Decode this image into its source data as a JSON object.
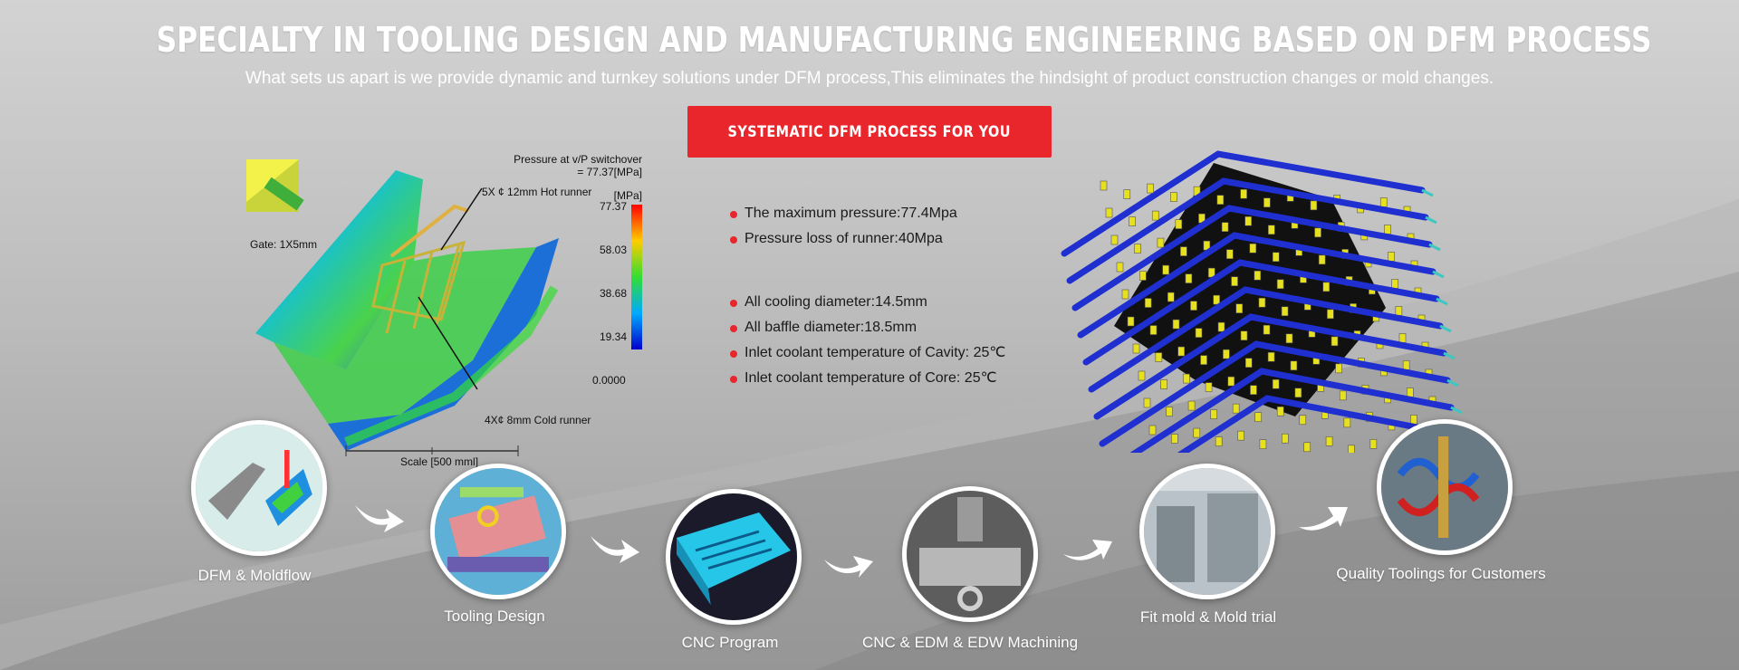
{
  "header": {
    "title": "SPECIALTY IN TOOLING DESIGN AND MANUFACTURING ENGINEERING BASED ON DFM PROCESS",
    "subtitle": "What sets us apart is we provide dynamic and turnkey solutions under DFM process,This eliminates the hindsight of product construction changes or mold changes."
  },
  "cta": {
    "label": "SYSTEMATIC DFM PROCESS FOR YOU"
  },
  "simulation": {
    "pressure_title_1": "Pressure at v/P switchover",
    "pressure_title_2": "= 77.37[MPa]",
    "unit": "[MPa]",
    "scale_values": [
      "77.37",
      "58.03",
      "38.68",
      "19.34",
      "0.0000"
    ],
    "hot_runner": "5X ¢ 12mm Hot runner",
    "cold_runner": "4X¢ 8mm Cold runner",
    "gate": "Gate: 1X5mm",
    "scale": "Scale [500 mml]"
  },
  "specs": {
    "pressure": [
      "The maximum pressure:77.4Mpa",
      "Pressure loss of runner:40Mpa"
    ],
    "cooling": [
      "All cooling diameter:14.5mm",
      "All baffle diameter:18.5mm",
      "Inlet coolant temperature of Cavity: 25℃",
      "Inlet coolant temperature of Core: 25℃"
    ]
  },
  "steps": [
    {
      "label": "DFM & Moldflow"
    },
    {
      "label": "Tooling Design"
    },
    {
      "label": "CNC Program"
    },
    {
      "label": "CNC & EDM & EDW Machining"
    },
    {
      "label": "Fit mold & Mold trial"
    },
    {
      "label": "Quality Toolings for Customers"
    }
  ],
  "colors": {
    "accent": "#e8262b",
    "text": "#ffffff",
    "dark_text": "#1a1a1a"
  }
}
